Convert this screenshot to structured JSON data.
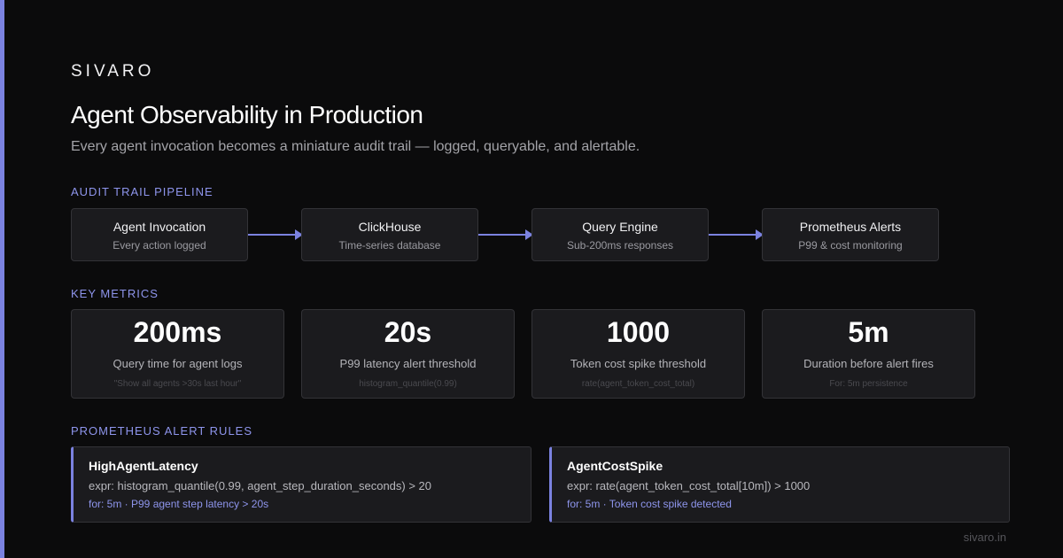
{
  "brand": "SIVARO",
  "title": "Agent Observability in Production",
  "subtitle": "Every agent invocation becomes a miniature audit trail — logged, queryable, and alertable.",
  "pipeline": {
    "label": "AUDIT TRAIL PIPELINE",
    "steps": [
      {
        "title": "Agent Invocation",
        "sub": "Every action logged"
      },
      {
        "title": "ClickHouse",
        "sub": "Time-series database"
      },
      {
        "title": "Query Engine",
        "sub": "Sub-200ms responses"
      },
      {
        "title": "Prometheus Alerts",
        "sub": "P99 & cost monitoring"
      }
    ]
  },
  "metrics": {
    "label": "KEY METRICS",
    "items": [
      {
        "value": "200ms",
        "label": "Query time for agent logs",
        "note": "\"Show all agents >30s last hour\""
      },
      {
        "value": "20s",
        "label": "P99 latency alert threshold",
        "note": "histogram_quantile(0.99)"
      },
      {
        "value": "1000",
        "label": "Token cost spike threshold",
        "note": "rate(agent_token_cost_total)"
      },
      {
        "value": "5m",
        "label": "Duration before alert fires",
        "note": "For: 5m persistence"
      }
    ]
  },
  "alerts": {
    "label": "PROMETHEUS ALERT RULES",
    "rules": [
      {
        "name": "HighAgentLatency",
        "expr": "expr: histogram_quantile(0.99, agent_step_duration_seconds) > 20",
        "meta": "for: 5m · P99 agent step latency > 20s"
      },
      {
        "name": "AgentCostSpike",
        "expr": "expr: rate(agent_token_cost_total[10m]) > 1000",
        "meta": "for: 5m · Token cost spike detected"
      }
    ]
  },
  "footer": "sivaro.in",
  "colors": {
    "accent": "#7b82e0",
    "background": "#0b0b0c",
    "card": "#1b1b1e"
  }
}
